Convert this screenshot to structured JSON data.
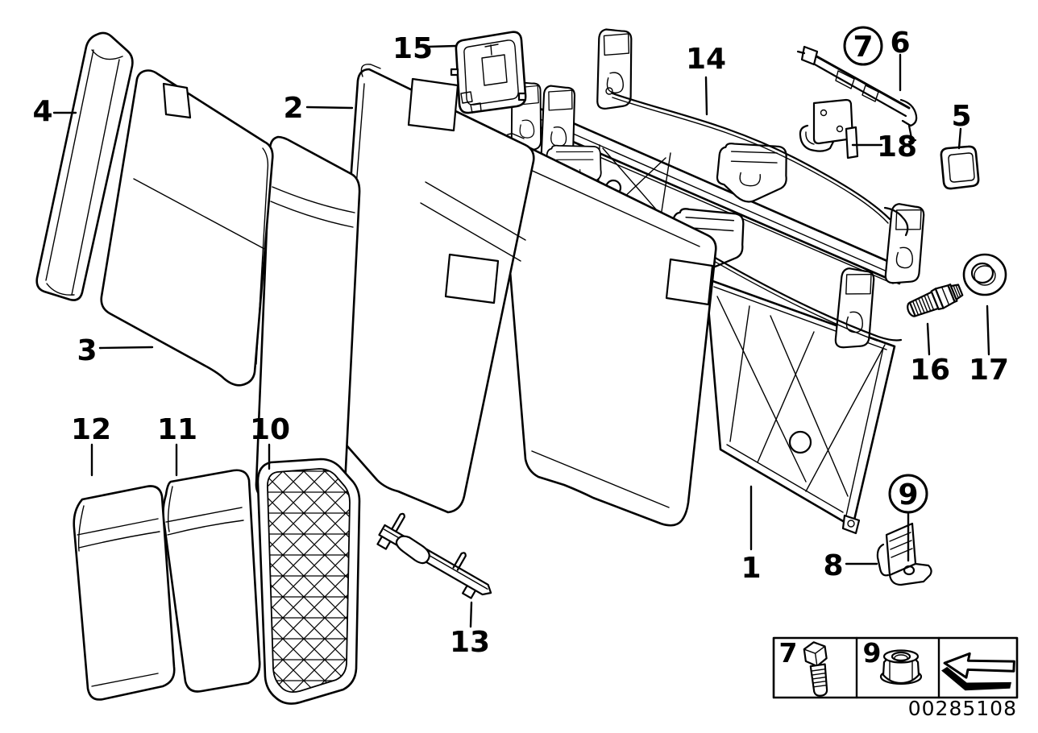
{
  "colors": {
    "line": "#000000",
    "background": "#ffffff"
  },
  "callouts": [
    {
      "label": "1",
      "circled": false
    },
    {
      "label": "2",
      "circled": false
    },
    {
      "label": "3",
      "circled": false
    },
    {
      "label": "4",
      "circled": false
    },
    {
      "label": "5",
      "circled": false
    },
    {
      "label": "6",
      "circled": false
    },
    {
      "label": "7",
      "circled": true
    },
    {
      "label": "8",
      "circled": false
    },
    {
      "label": "9",
      "circled": true
    },
    {
      "label": "10",
      "circled": false
    },
    {
      "label": "11",
      "circled": false
    },
    {
      "label": "12",
      "circled": false
    },
    {
      "label": "13",
      "circled": false
    },
    {
      "label": "14",
      "circled": false
    },
    {
      "label": "15",
      "circled": false
    },
    {
      "label": "16",
      "circled": false
    },
    {
      "label": "17",
      "circled": false
    },
    {
      "label": "18",
      "circled": false
    }
  ],
  "legend": {
    "cells": [
      {
        "label": "7",
        "icon": "hex-bolt-icon"
      },
      {
        "label": "9",
        "icon": "flange-nut-icon"
      },
      {
        "label": "",
        "icon": "direction-arrow-icon"
      }
    ]
  },
  "footer": {
    "image_number": "00285108"
  }
}
